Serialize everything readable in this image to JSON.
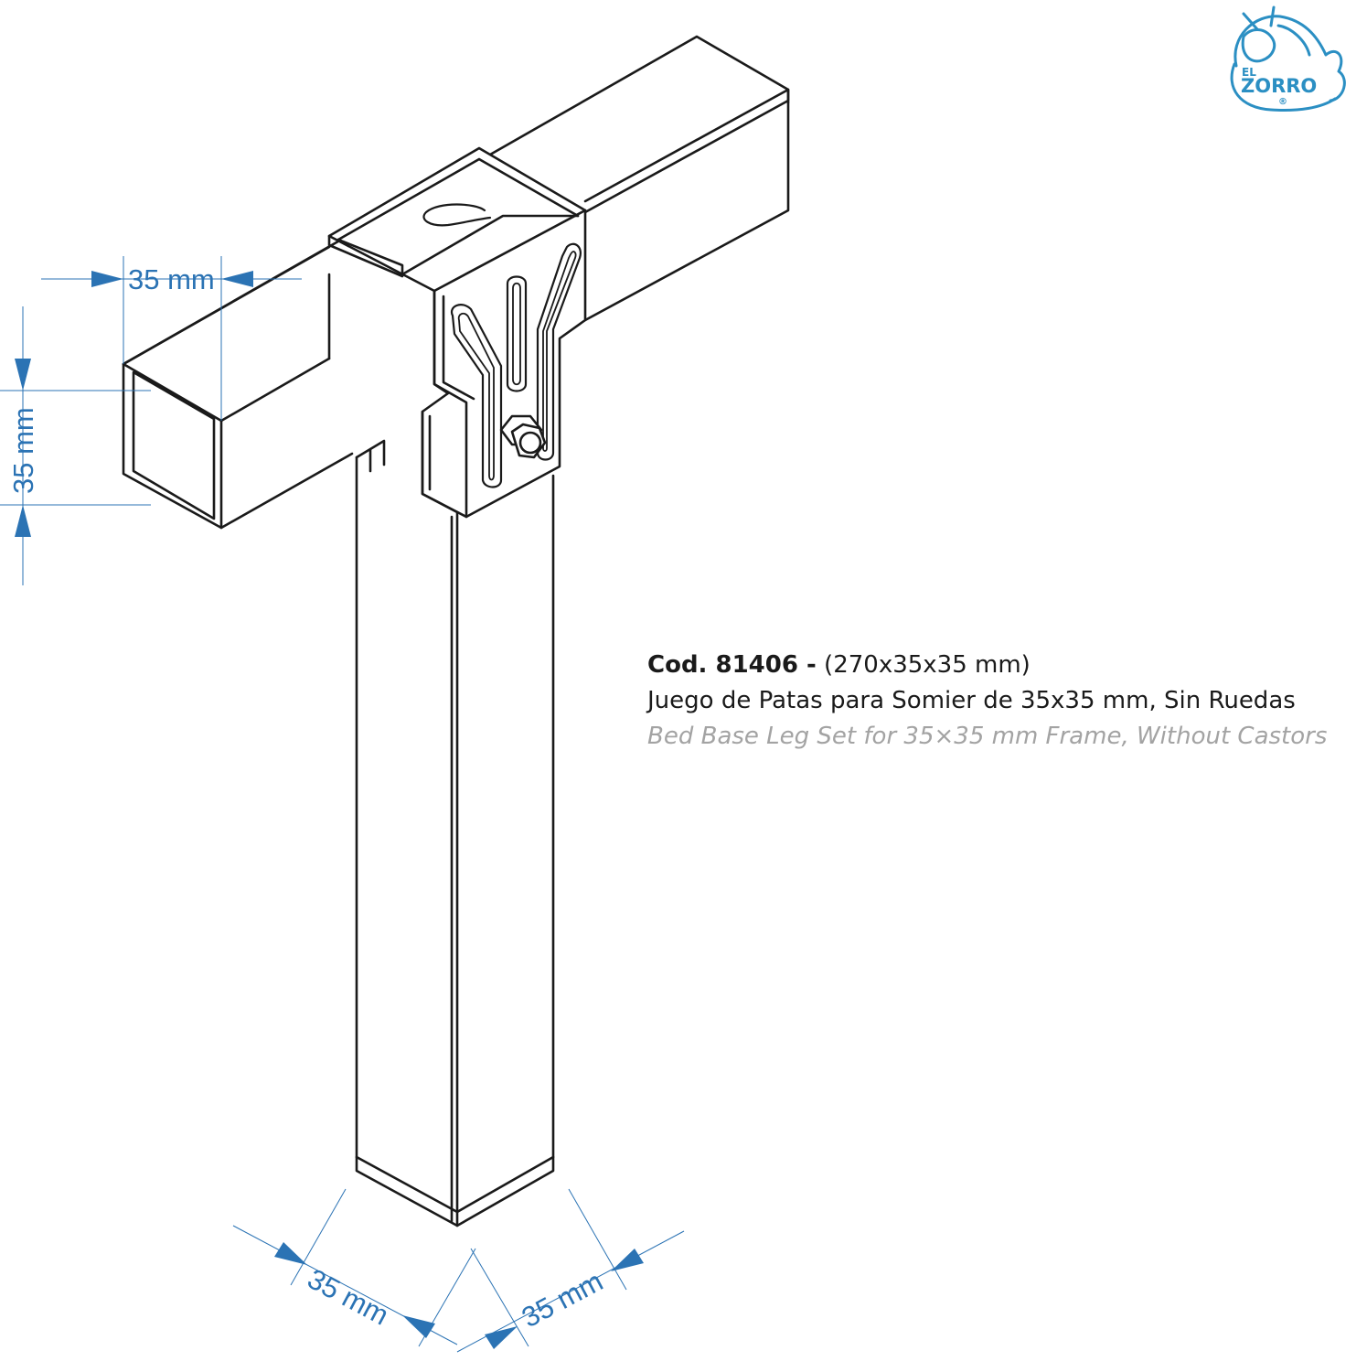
{
  "dimensions": {
    "top_width": "35 mm",
    "side_height": "35 mm",
    "bottom_left": "35 mm",
    "bottom_right": "35 mm"
  },
  "caption": {
    "code_label": "Cod. 81406 -",
    "size": " (270x35x35 mm)",
    "title_es": "Juego de Patas para Somier de 35x35 mm, Sin Ruedas",
    "title_en": "Bed Base Leg Set for 35×35 mm Frame, Without Castors"
  },
  "logo": {
    "small": "EL",
    "name": "ZORRO",
    "mark": "®",
    "icon": "fox-logo-icon"
  },
  "colors": {
    "accent": "#2b73b4",
    "line": "#1a1a1a",
    "logo": "#2b8fc3"
  }
}
